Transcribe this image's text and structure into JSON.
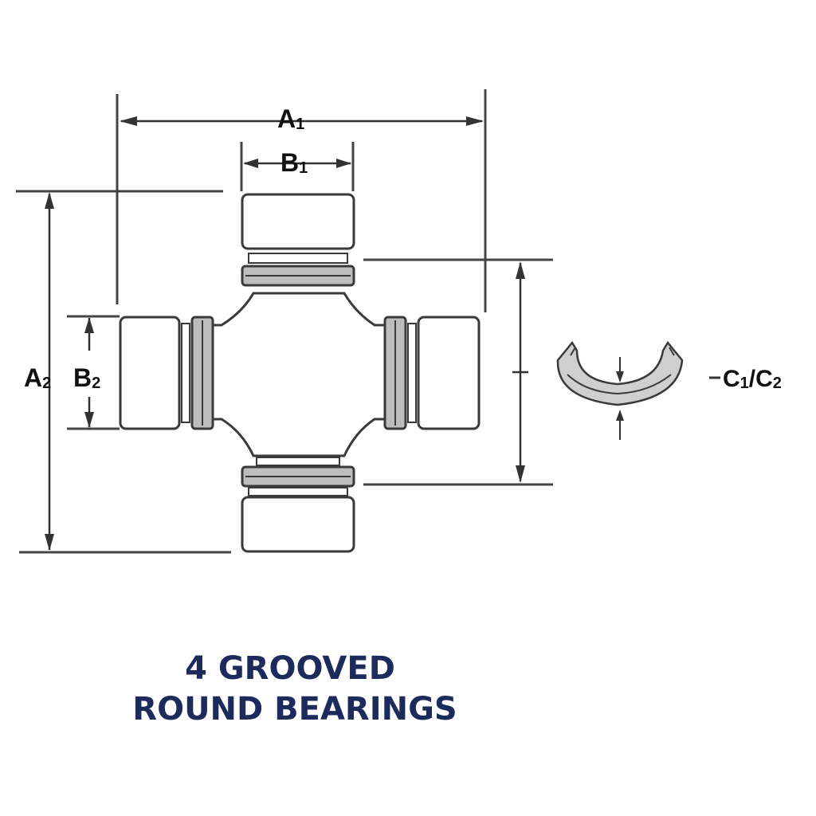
{
  "labels": {
    "a1": "A1",
    "b1": "B1",
    "a2_b2": "A2 B2",
    "c1_c2": "C1/C2",
    "a1_main": "A",
    "a1_sub": "1",
    "b1_main": "B",
    "b1_sub": "1",
    "a2_main": "A",
    "a2_sub": "2",
    "b2_main": "B",
    "b2_sub": "2",
    "c_prefix": "C",
    "c_sub1": "1",
    "c_slash": "/C",
    "c_sub2": "2"
  },
  "caption": {
    "line1": "4 GROOVED",
    "line2": "ROUND BEARINGS"
  },
  "colors": {
    "outline": "#3a3a3a",
    "body_fill": "#ffffff",
    "band_fill": "#bdbdbd",
    "dim_line": "#333333",
    "caption": "#1d2a5c"
  }
}
